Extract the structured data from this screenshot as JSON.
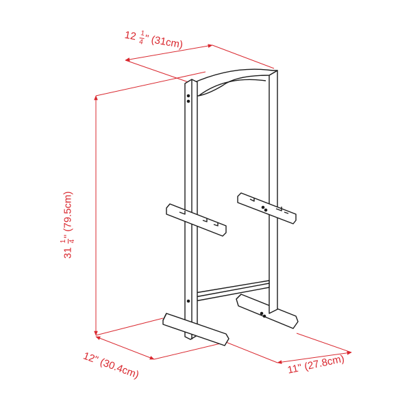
{
  "dimensions": {
    "width": {
      "whole": "12",
      "frac_num": "1",
      "frac_den": "4",
      "unit": "\"",
      "metric": "(31cm)"
    },
    "height": {
      "whole": "31",
      "frac_num": "1",
      "frac_den": "4",
      "unit": "\"",
      "metric": "(79.5cm)"
    },
    "depth": {
      "text": "12\"",
      "metric": "(30.4cm)"
    },
    "base_length": {
      "text": "11\"",
      "metric": "(27.8cm)"
    }
  },
  "colors": {
    "dimension": "#d9272e",
    "line": "#1a1a1a",
    "fill": "#ffffff"
  }
}
